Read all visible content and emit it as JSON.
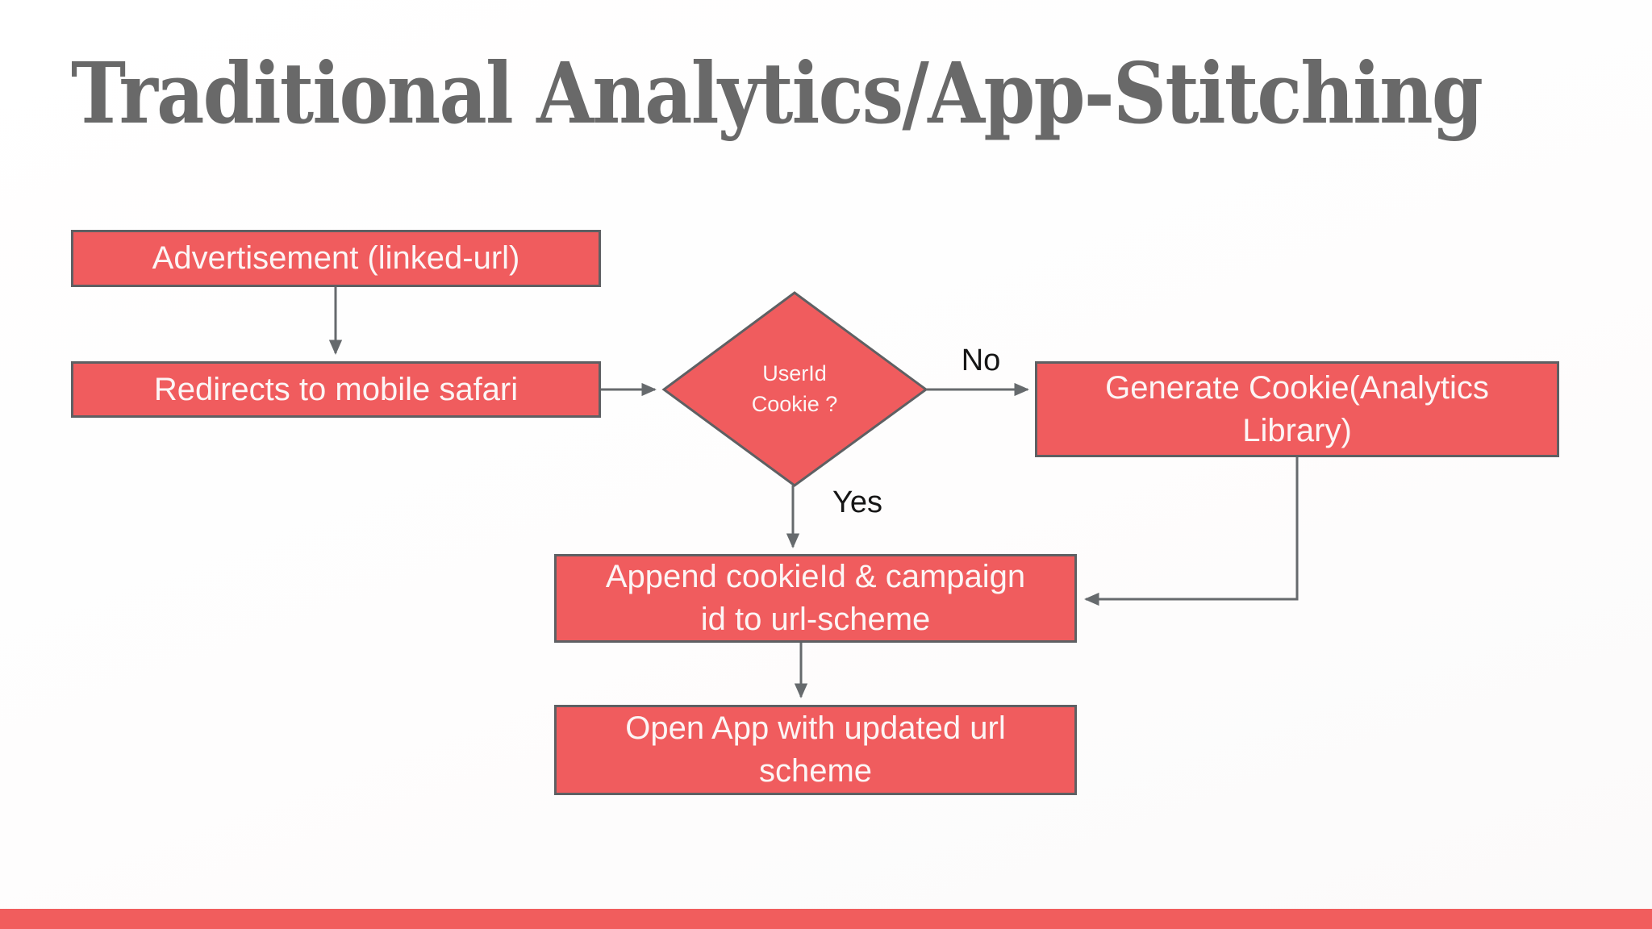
{
  "slide": {
    "title": "Traditional Analytics/App-Stitching"
  },
  "colors": {
    "background": "#ffffff",
    "node_fill": "#f05c5e",
    "node_border": "#5e6063",
    "node_text": "#fcf5f5",
    "connector": "#666a6d",
    "title_text": "#696969",
    "edge_label_text": "#161616",
    "footer_bar": "#f15d5d"
  },
  "flowchart": {
    "nodes": [
      {
        "id": "advertisement",
        "shape": "rectangle",
        "lines": [
          "Advertisement (linked-url)"
        ]
      },
      {
        "id": "redirect-mobile-safari",
        "shape": "rectangle",
        "lines": [
          "Redirects to mobile safari"
        ]
      },
      {
        "id": "userid-cookie-decision",
        "shape": "diamond",
        "lines": [
          "UserId",
          "Cookie ?"
        ]
      },
      {
        "id": "generate-cookie",
        "shape": "rectangle",
        "lines": [
          "Generate Cookie(Analytics",
          "Library)"
        ]
      },
      {
        "id": "append-cookieid",
        "shape": "rectangle",
        "lines": [
          "Append cookieId & campaign",
          "id to url-scheme"
        ]
      },
      {
        "id": "open-app",
        "shape": "rectangle",
        "lines": [
          "Open App with updated url",
          "scheme"
        ]
      }
    ],
    "edge_labels": {
      "no": "No",
      "yes": "Yes"
    },
    "edges": [
      {
        "from": "advertisement",
        "to": "redirect-mobile-safari"
      },
      {
        "from": "redirect-mobile-safari",
        "to": "userid-cookie-decision"
      },
      {
        "from": "userid-cookie-decision",
        "to": "generate-cookie",
        "label": "No"
      },
      {
        "from": "userid-cookie-decision",
        "to": "append-cookieid",
        "label": "Yes"
      },
      {
        "from": "generate-cookie",
        "to": "append-cookieid"
      },
      {
        "from": "append-cookieid",
        "to": "open-app"
      }
    ]
  }
}
